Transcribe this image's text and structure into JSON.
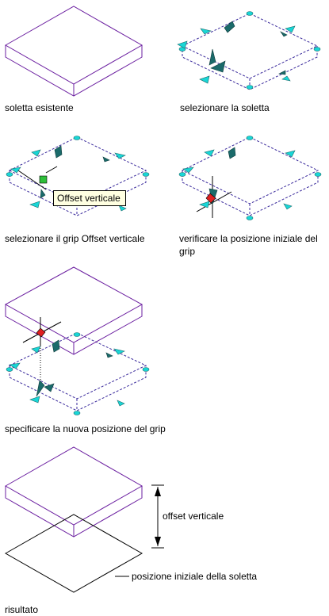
{
  "captions": {
    "existing": "soletta esistente",
    "select_slab": "selezionare la soletta",
    "select_grip": "selezionare il grip Offset verticale",
    "verify_line1": "verificare la posizione iniziale del",
    "verify_line2": "grip",
    "specify": "specificare la nuova posizione del grip",
    "result": "risultato"
  },
  "tooltip": "Offset verticale",
  "labels": {
    "vertical_offset": "offset verticale",
    "initial_position": "posizione iniziale della soletta"
  },
  "colors": {
    "slab_outline": "#6b1fa0",
    "dashed": "#3a2a9c",
    "grip_fill": "#19d6d6",
    "grip_dark": "#1b6b6b",
    "active_grip": "#e02020",
    "hover_grip": "#2fbf3a",
    "tooltip_bg": "#ffffe1"
  }
}
